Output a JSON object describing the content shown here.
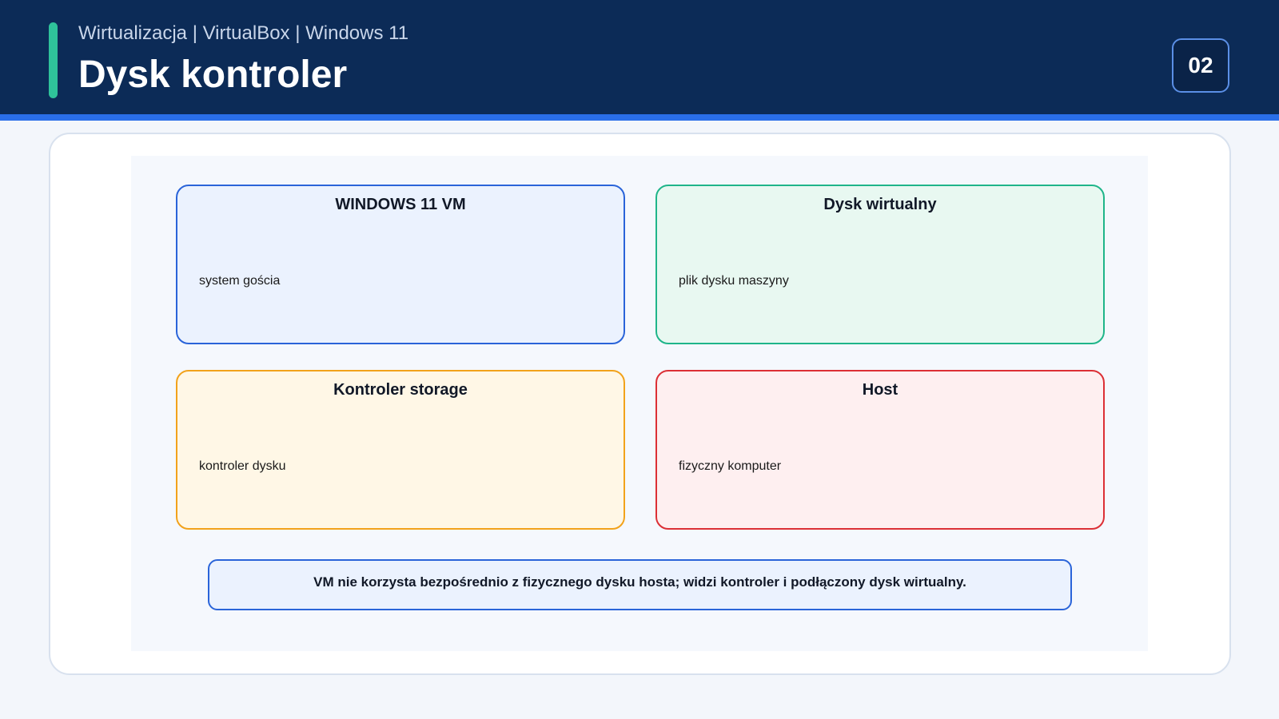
{
  "header": {
    "subtitle": "Wirtualizacja | VirtualBox | Windows 11",
    "title": "Dysk kontroler",
    "page_number": "02"
  },
  "diagram": {
    "nodes": [
      {
        "title": "WINDOWS 11 VM",
        "description": "system gościa",
        "color": "#2a64d9"
      },
      {
        "title": "Dysk wirtualny",
        "description": "plik dysku maszyny",
        "color": "#1fb58a"
      },
      {
        "title": "Kontroler storage",
        "description": "kontroler dysku",
        "color": "#f2a21b"
      },
      {
        "title": "Host",
        "description": "fizyczny komputer",
        "color": "#dc2f35"
      }
    ],
    "note": "VM nie korzysta bezpośrednio z fizycznego dysku hosta; widzi kontroler i podłączony dysk wirtualny."
  },
  "colors": {
    "header_bg": "#0c2b57",
    "header_accent": "#2a6ee8",
    "title_accent": "#2fc29a"
  }
}
